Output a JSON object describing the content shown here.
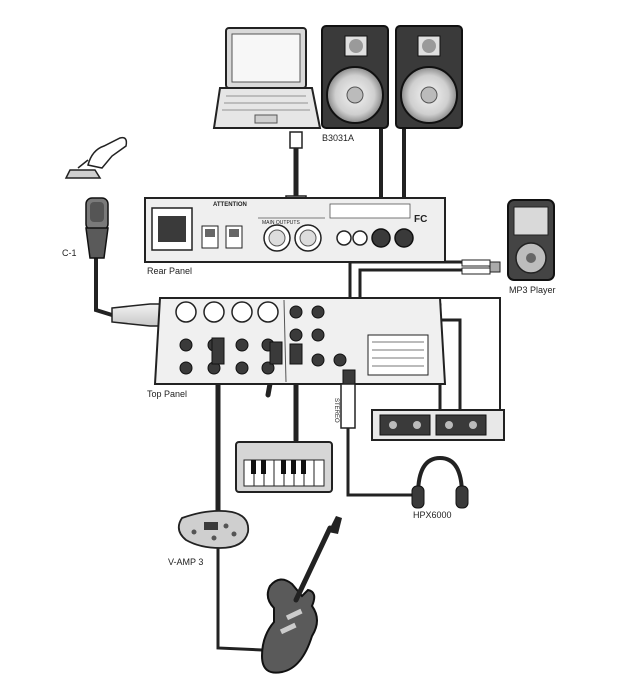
{
  "labels": {
    "monitors": "B3031A",
    "microphone": "C-1",
    "rear_panel": "Rear Panel",
    "mp3_player": "MP3 Player",
    "top_panel": "Top Panel",
    "headphones": "HPX6000",
    "amp_modeler": "V-AMP 3"
  },
  "panel_text": {
    "attention": "ATTENTION",
    "main_outputs": "MAIN OUTPUTS",
    "fcc": "FC",
    "stereo": "STEREO"
  },
  "colors": {
    "line": "#222222",
    "fill_light": "#e8e8e8",
    "fill_mid": "#bdbdbd",
    "fill_dark": "#3a3a3a",
    "cable": "#555555"
  },
  "icons": [
    "laptop-icon",
    "speaker-icon",
    "mp3-player-icon",
    "microphone-icon",
    "foot-switch-icon",
    "keyboard-icon",
    "cassette-deck-icon",
    "headphones-icon",
    "guitar-icon",
    "amp-modeler-icon"
  ]
}
